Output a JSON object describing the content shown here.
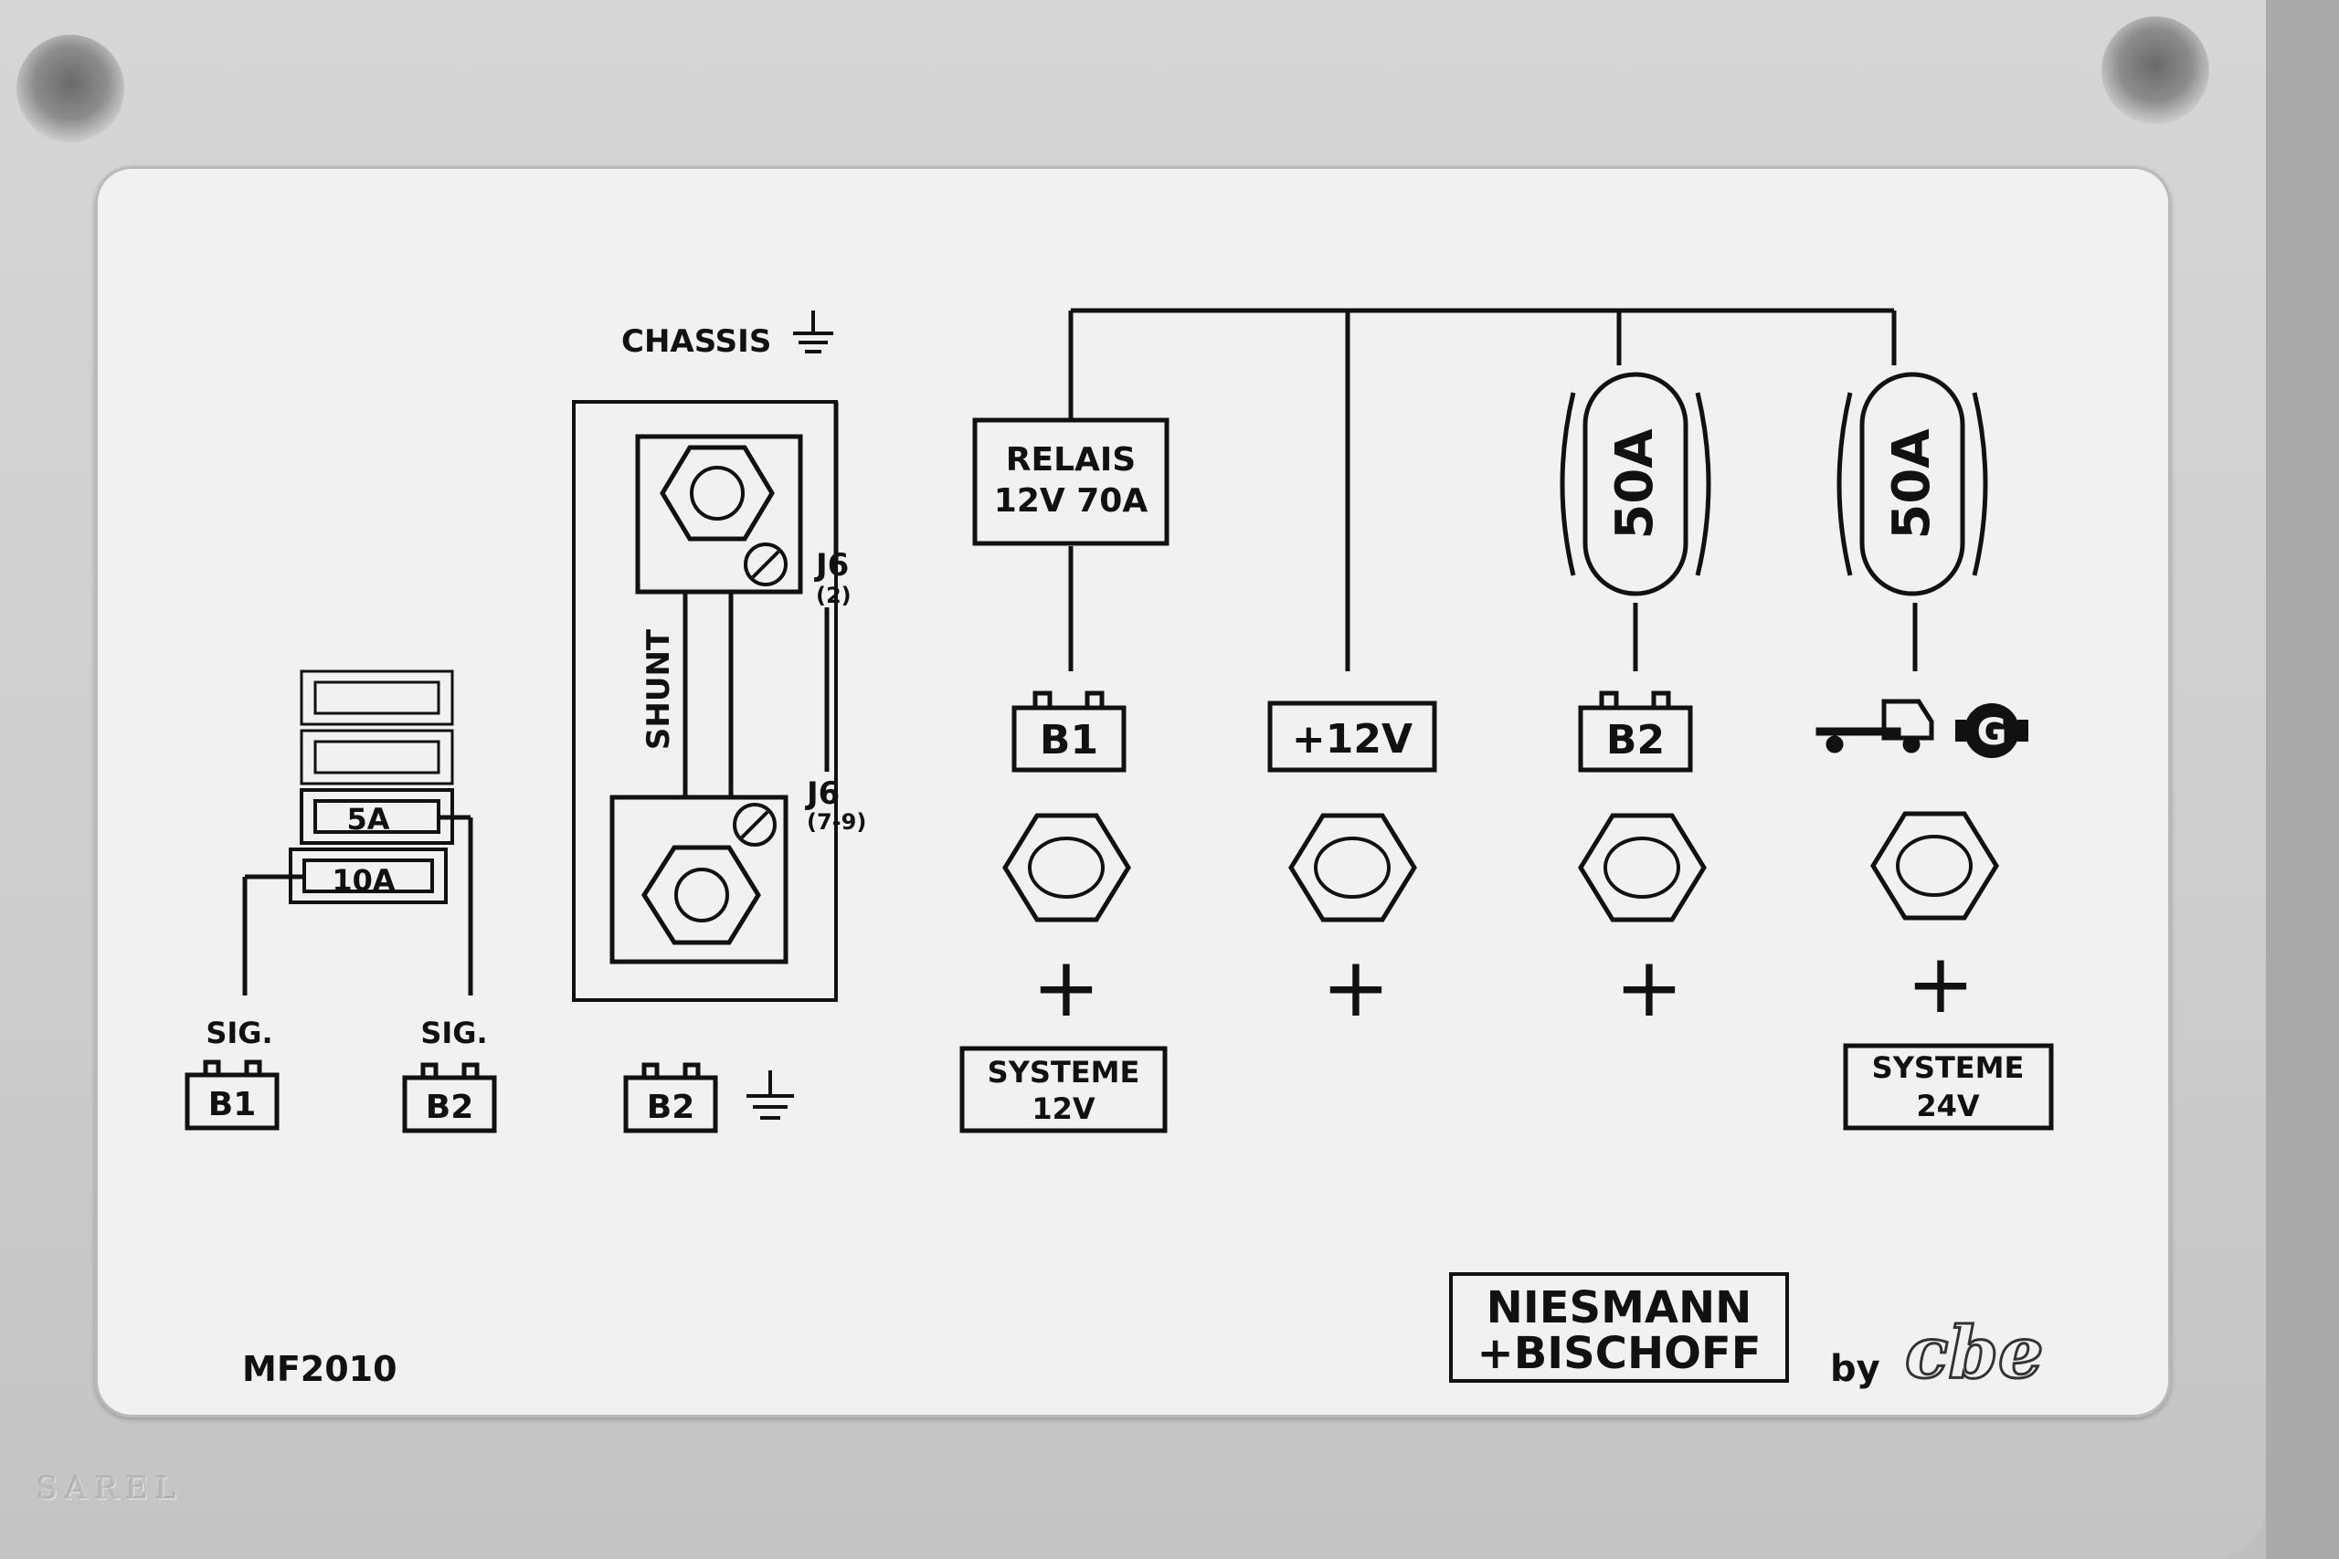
{
  "labels": {
    "chassis": "CHASSIS",
    "relais_line1": "RELAIS",
    "relais_line2": "12V 70A",
    "fuse_50a_1": "50A",
    "fuse_50a_2": "50A",
    "j6_top": "J6",
    "j6_top_pin": "(2)",
    "j6_bottom": "J6",
    "j6_bottom_pin": "(7-9)",
    "shunt": "SHUNT",
    "fuse_5a": "5A",
    "fuse_10a": "10A",
    "sig_b1": "SIG.",
    "sig_b2": "SIG.",
    "battery_b1_small": "B1",
    "battery_b2_small": "B2",
    "battery_b2_chassis": "B2",
    "terminal_b1": "B1",
    "terminal_12v": "+12V",
    "terminal_b2": "B2",
    "plus_1": "+",
    "plus_2": "+",
    "plus_3": "+",
    "plus_4": "+",
    "systeme_12v_line1": "SYSTEME",
    "systeme_12v_line2": "12V",
    "systeme_24v_line1": "SYSTEME",
    "systeme_24v_line2": "24V",
    "generator_letter": "G",
    "model": "MF2010",
    "brand_line1": "NIESMANN",
    "brand_line2": "+BISCHOFF",
    "by": "by",
    "cbe": "cbe",
    "emboss": "SAREL"
  },
  "colors": {
    "ink": "#111111",
    "label_bg": "#f1f1f1",
    "enclosure": "#d0d0d0"
  },
  "icons": [
    "ground-icon",
    "battery-icon",
    "hex-nut-icon",
    "fuse-icon",
    "screw-icon",
    "truck-icon",
    "generator-icon"
  ]
}
